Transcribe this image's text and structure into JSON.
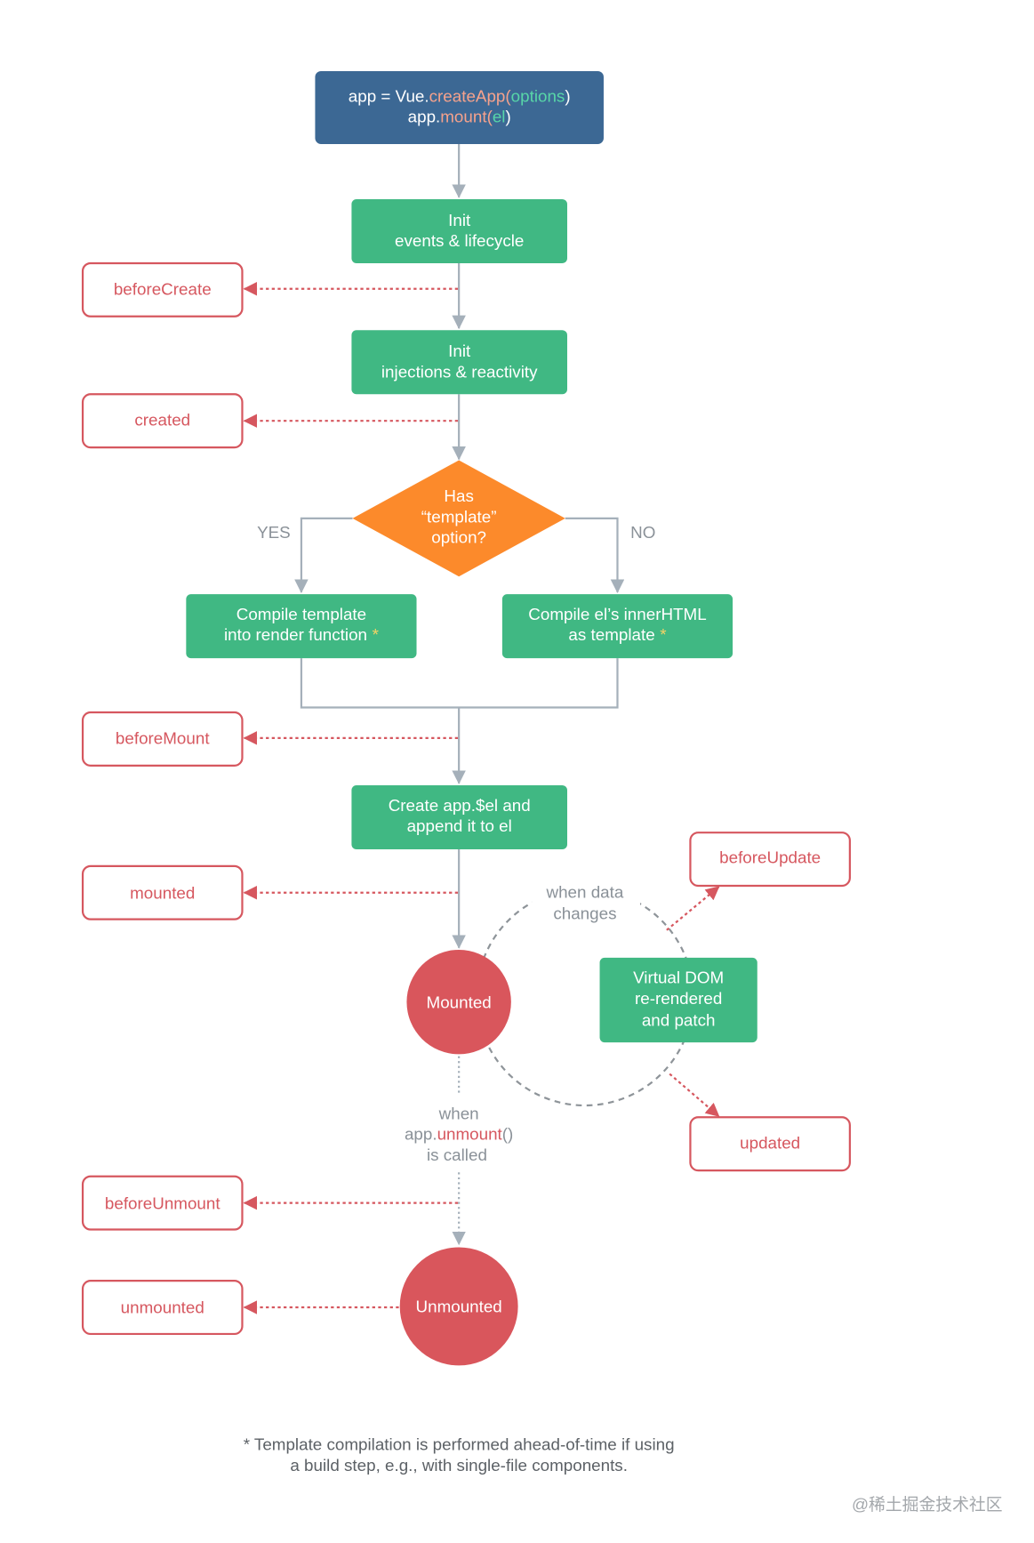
{
  "colors": {
    "entry_box": "#3c6894",
    "process_box": "#40b883",
    "decision": "#fc8a2b",
    "hook": "#d6575f",
    "state": "#d9565c",
    "connector": "#a5b0ba",
    "muted": "#8a9198",
    "cycle": "#8e9499",
    "asterisk": "#f6d365",
    "method": "#f6a28c",
    "argument": "#58d6a8"
  },
  "entry": {
    "line1": {
      "prefix": "app = Vue.",
      "method": "createApp",
      "open": "(",
      "arg": "options",
      "close": ")"
    },
    "line2": {
      "prefix": "app.",
      "method": "mount",
      "open": "(",
      "arg": "el",
      "close": ")"
    }
  },
  "steps": {
    "init_events": {
      "line1": "Init",
      "line2": "events & lifecycle"
    },
    "init_injections": {
      "line1": "Init",
      "line2": "injections & reactivity"
    },
    "decision": {
      "line1": "Has",
      "line2": "“template”",
      "line3": "option?",
      "yes": "YES",
      "no": "NO"
    },
    "compile_template": {
      "line1": "Compile template",
      "line2": "into render function",
      "mark": "*"
    },
    "compile_el": {
      "line1": "Compile el’s innerHTML",
      "line2": "as template",
      "mark": "*"
    },
    "create_el": {
      "line1": "Create app.$el and",
      "line2": "append it to el"
    },
    "virtual_dom": {
      "line1": "Virtual DOM",
      "line2": "re-rendered",
      "line3": "and patch"
    }
  },
  "states": {
    "mounted": "Mounted",
    "unmounted": "Unmounted"
  },
  "hooks": {
    "before_create": "beforeCreate",
    "created": "created",
    "before_mount": "beforeMount",
    "mounted": "mounted",
    "before_update": "beforeUpdate",
    "updated": "updated",
    "before_unmount": "beforeUnmount",
    "unmounted": "unmounted"
  },
  "annotations": {
    "data_change": {
      "line1": "when data",
      "line2": "changes"
    },
    "unmount_call": {
      "line1": "when",
      "prefix": "app.",
      "method": "unmount",
      "suffix": "()",
      "line3": "is called"
    }
  },
  "footnote": {
    "line1": "* Template compilation is performed ahead-of-time if using",
    "line2": "a build step, e.g., with single-file components."
  },
  "watermark": "@稀土掘金技术社区"
}
